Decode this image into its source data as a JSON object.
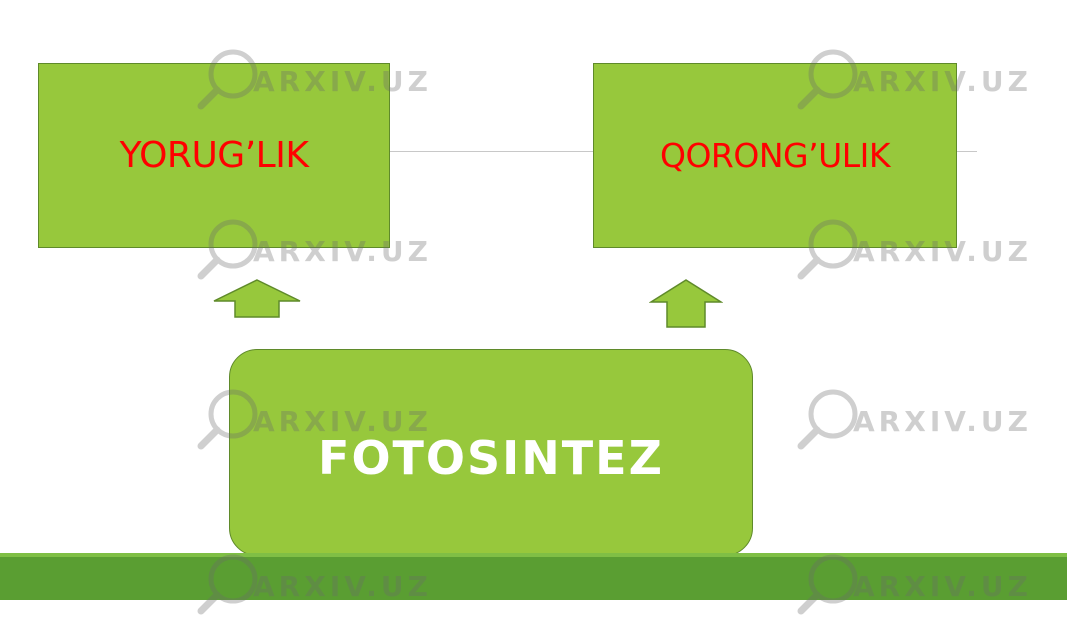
{
  "diagram": {
    "left_box_label": "YORUG’LIK",
    "right_box_label": "QORONG’ULIK",
    "center_box_label": "FOTOSINTEZ",
    "colors": {
      "box_fill": "#97c83c",
      "box_border": "#5f8a2a",
      "box_text": "#ff0000",
      "center_text": "#ffffff",
      "footer_bar": "#5a9e32"
    }
  },
  "watermark": {
    "text": "ARXIV.UZ",
    "icon": "magnifier-icon"
  }
}
